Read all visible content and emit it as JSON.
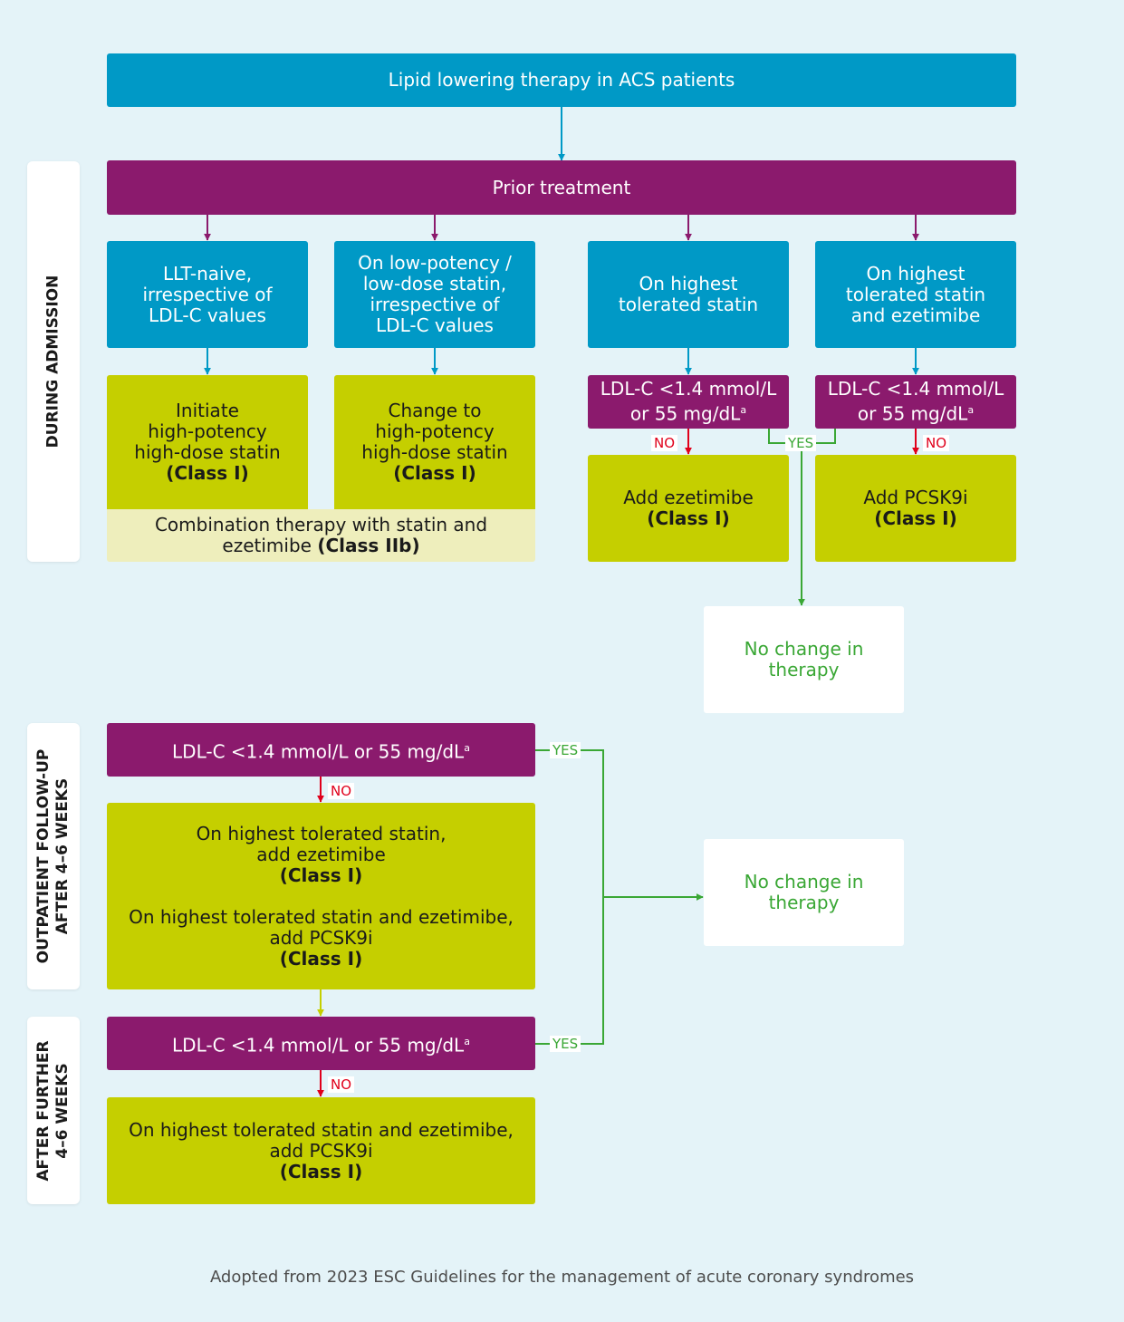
{
  "title": "Lipid lowering therapy in ACS patients",
  "prior_treatment": "Prior treatment",
  "phases": {
    "admission": [
      "DURING ADMISSION"
    ],
    "outpatient": [
      "OUTPATIENT FOLLOW-UP",
      "AFTER 4–6 WEEKS"
    ],
    "further": [
      "AFTER FURTHER",
      "4–6 WEEKS"
    ]
  },
  "prior_options": {
    "llt_naive": [
      "LLT-naive,",
      "irrespective of",
      "LDL-C values"
    ],
    "low_potency": [
      "On low-potency /",
      "low-dose statin,",
      "irrespective of",
      "LDL-C values"
    ],
    "highest_statin": [
      "On highest",
      "tolerated statin"
    ],
    "highest_statin_ezetimibe": [
      "On highest",
      "tolerated statin",
      "and ezetimibe"
    ]
  },
  "actions": {
    "initiate": [
      "Initiate",
      "high-potency",
      "high-dose statin",
      "(Class I)"
    ],
    "change_to": [
      "Change to",
      "high-potency",
      "high-dose statin",
      "(Class I)"
    ],
    "combination": [
      "Combination therapy with statin and",
      "ezetimibe ",
      "(Class IIb)"
    ],
    "add_ezetimibe": [
      "Add ezetimibe",
      "(Class I)"
    ],
    "add_pcsk9i": [
      "Add PCSK9i",
      "(Class I)"
    ]
  },
  "ldl_target_two_line": [
    "LDL-C <1.4 mmol/L",
    "or 55 mg/dL",
    "a"
  ],
  "ldl_target_one_line": [
    "LDL-C <1.4 mmol/L or 55 mg/dL",
    "a"
  ],
  "decision_labels": {
    "no": "NO",
    "yes": "YES"
  },
  "no_change": [
    "No change in",
    "therapy"
  ],
  "outpatient_action": [
    "On highest tolerated statin,",
    "add ezetimibe",
    "(Class I)",
    "On highest tolerated statin and ezetimibe,",
    "add PCSK9i",
    "(Class I)"
  ],
  "further_action": [
    "On highest tolerated statin and ezetimibe,",
    "add PCSK9i",
    "(Class I)"
  ],
  "footer": "Adopted from 2023 ESC Guidelines for the management of acute coronary syndromes",
  "colors": {
    "background": "#e4f3f8",
    "blue": "#0099c6",
    "purple": "#8b1a6d",
    "green": "#c5cf00",
    "light_green": "#eeeebc",
    "yes_green": "#3aa735",
    "no_red": "#e0001b"
  }
}
